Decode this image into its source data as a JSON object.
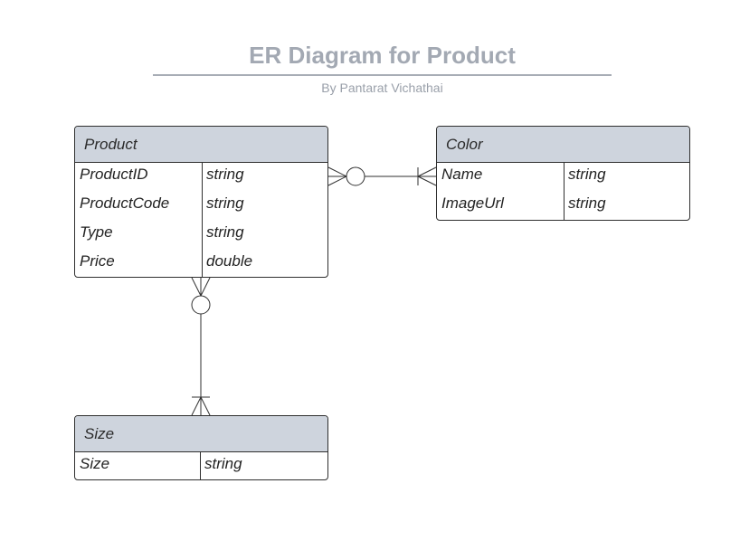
{
  "diagram": {
    "title": "ER Diagram for Product",
    "subtitle": "By Pantarat Vichathai"
  },
  "entities": {
    "product": {
      "name": "Product",
      "attributes": [
        {
          "name": "ProductID",
          "type": "string"
        },
        {
          "name": "ProductCode",
          "type": "string"
        },
        {
          "name": "Type",
          "type": "string"
        },
        {
          "name": "Price",
          "type": "double"
        }
      ]
    },
    "color": {
      "name": "Color",
      "attributes": [
        {
          "name": "Name",
          "type": "string"
        },
        {
          "name": "ImageUrl",
          "type": "string"
        }
      ]
    },
    "size": {
      "name": "Size",
      "attributes": [
        {
          "name": "Size",
          "type": "string"
        }
      ]
    }
  },
  "relationships": [
    {
      "from": "Product",
      "from_cardinality": "zero-or-many",
      "to": "Color",
      "to_cardinality": "one-or-many"
    },
    {
      "from": "Product",
      "from_cardinality": "zero-or-many",
      "to": "Size",
      "to_cardinality": "one-or-many"
    }
  ],
  "colors": {
    "header_fill": "#ced4dd",
    "title": "#a3a9b3",
    "line": "#2f2f2f"
  }
}
